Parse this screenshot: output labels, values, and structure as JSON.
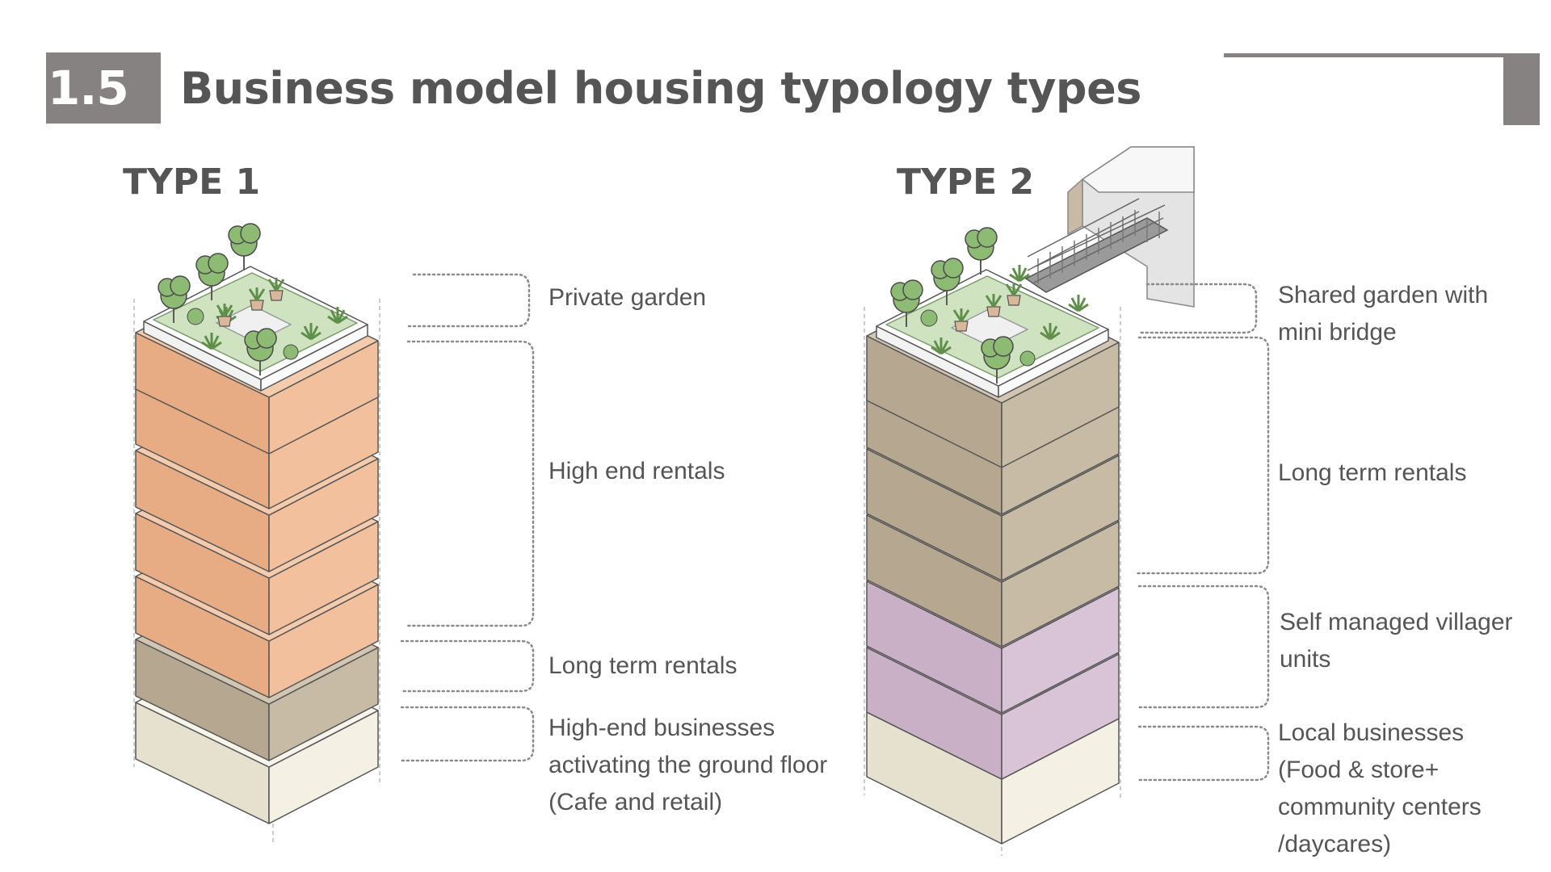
{
  "header": {
    "section_number": "1.5",
    "title": "Business model housing typology types"
  },
  "type1": {
    "title": "TYPE 1",
    "labels": {
      "private_garden": "Private garden",
      "high_end_rentals": "High end rentals",
      "long_term_rentals": "Long term rentals",
      "ground_floor_line1": "High-end businesses",
      "ground_floor_line2": "activating the ground floor",
      "ground_floor_line3": "(Cafe and retail)"
    }
  },
  "type2": {
    "title": "TYPE 2",
    "labels": {
      "shared_garden_line1": "Shared garden with",
      "shared_garden_line2": "mini bridge",
      "long_term_rentals": "Long term rentals",
      "villager_line1": "Self managed villager",
      "villager_line2": "units",
      "local_line1": "Local businesses",
      "local_line2": "(Food & store+",
      "local_line3": "community centers",
      "local_line4": "/daycares)"
    }
  },
  "colors": {
    "accent_gray": "#858281",
    "high_end_floor": "#F2C09D",
    "long_term_floor": "#C8BBA6",
    "villager_floor": "#D9C3D7",
    "ground_floor": "#F4F0E3",
    "garden": "#CFE3C0",
    "tree": "#8DBB73"
  }
}
